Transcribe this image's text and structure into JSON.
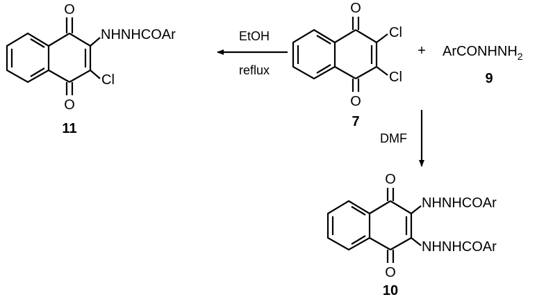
{
  "compounds": {
    "c11": {
      "label": "11",
      "top_o": "O",
      "bottom_o": "O",
      "substituent_1": "NHNHCOAr",
      "substituent_2": "Cl"
    },
    "c7": {
      "label": "7",
      "top_o": "O",
      "bottom_o": "O",
      "substituent_1": "Cl",
      "substituent_2": "Cl"
    },
    "c9": {
      "label": "9",
      "formula_main": "ArCONHNH",
      "formula_sub": "2"
    },
    "c10": {
      "label": "10",
      "top_o": "O",
      "bottom_o": "O",
      "substituent_1": "NHNHCOAr",
      "substituent_2": "NHNHCOAr"
    }
  },
  "plus_sign": "+",
  "reaction_1": {
    "above": "EtOH",
    "below": "reflux"
  },
  "reaction_2": {
    "side": "DMF"
  }
}
